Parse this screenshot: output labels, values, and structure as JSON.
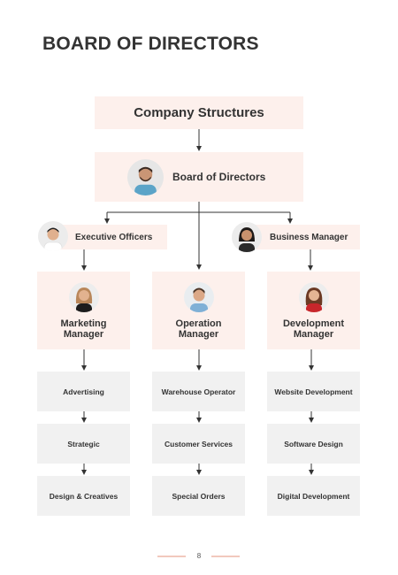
{
  "page_title": "BOARD OF DIRECTORS",
  "root": {
    "label": "Company Structures"
  },
  "board": {
    "label": "Board of Directors"
  },
  "level2": {
    "left": {
      "label": "Executive Officers"
    },
    "right": {
      "label": "Business Manager"
    }
  },
  "managers": [
    {
      "line1": "Marketing",
      "line2": "Manager"
    },
    {
      "line1": "Operation",
      "line2": "Manager"
    },
    {
      "line1": "Development",
      "line2": "Manager"
    }
  ],
  "tasks": [
    [
      "Advertising",
      "Strategic",
      "Design & Creatives"
    ],
    [
      "Warehouse Operator",
      "Customer Services",
      "Special Orders"
    ],
    [
      "Website Development",
      "Software Design",
      "Digital Development"
    ]
  ],
  "page_number": "8",
  "colors": {
    "box_pink": "#fdf0ec",
    "box_gray": "#f1f1f1",
    "text_dark": "#333333",
    "connector": "#333333",
    "footer_accent": "#f2c9bd"
  }
}
